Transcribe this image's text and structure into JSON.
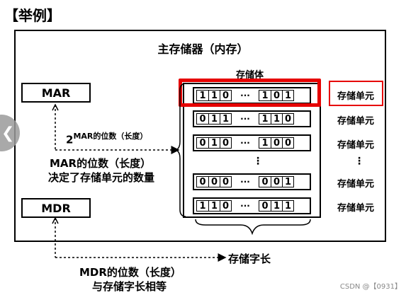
{
  "title": "【举例】",
  "main_memory_title": "主存储器（内存）",
  "storage_body_label": "存储体",
  "mar_label": "MAR",
  "mdr_label": "MDR",
  "mar_power_base": "2",
  "mar_power_sup": "MAR的位数（长度）",
  "mar_note_line1": "MAR的位数（长度）",
  "mar_note_line2": "决定了存储单元的数量",
  "word_length_label": "存储字长",
  "mdr_note_line1": "MDR的位数（长度）",
  "mdr_note_line2": "与存储字长相等",
  "dots": "···",
  "vdots": "⋮",
  "unit_label": "存储单元",
  "words": [
    {
      "left": [
        "1",
        "1",
        "0"
      ],
      "right": [
        "1",
        "0",
        "1"
      ]
    },
    {
      "left": [
        "0",
        "1",
        "1"
      ],
      "right": [
        "1",
        "1",
        "0"
      ]
    },
    {
      "left": [
        "0",
        "1",
        "0"
      ],
      "right": [
        "1",
        "0",
        "0"
      ]
    },
    {
      "left": [
        "0",
        "0",
        "0"
      ],
      "right": [
        "0",
        "0",
        "1"
      ]
    },
    {
      "left": [
        "1",
        "1",
        "0"
      ],
      "right": [
        "0",
        "1",
        "1"
      ]
    }
  ],
  "nav_icon": "chevron-left-icon",
  "watermark": "CSDN @【0931】",
  "colors": {
    "highlight": "#e60000"
  }
}
